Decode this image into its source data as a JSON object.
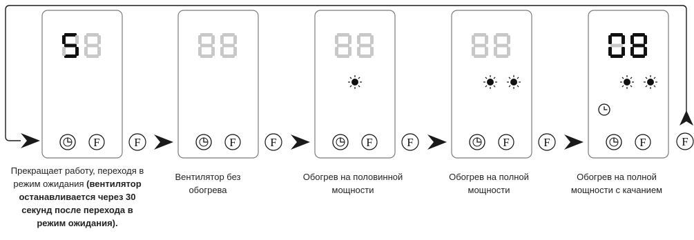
{
  "panels": [
    {
      "id": "standby",
      "display": {
        "left": "5",
        "right": "8",
        "left_lit": true,
        "right_lit": false
      },
      "heat_level": 0,
      "swing": false,
      "buttons": [
        "timer-icon",
        "F"
      ],
      "caption_text": "Прекращает работу, переходя в режим ожидания ",
      "caption_bold": "(вентилятор останавливается через 30 секунд после перехода в режим ожидания)."
    },
    {
      "id": "fan-no-heat",
      "display": {
        "left": "-",
        "right": "-",
        "left_lit": false,
        "right_lit": false
      },
      "heat_level": 0,
      "swing": false,
      "buttons": [
        "timer-icon",
        "F"
      ],
      "caption_text": "Вентилятор без обогрева",
      "caption_bold": ""
    },
    {
      "id": "half-heat",
      "display": {
        "left": "-",
        "right": "-",
        "left_lit": false,
        "right_lit": false
      },
      "heat_level": 1,
      "swing": false,
      "buttons": [
        "timer-icon",
        "F"
      ],
      "caption_text": "Обогрев на половинной мощности",
      "caption_bold": ""
    },
    {
      "id": "full-heat",
      "display": {
        "left": "-",
        "right": "-",
        "left_lit": false,
        "right_lit": false
      },
      "heat_level": 2,
      "swing": false,
      "buttons": [
        "timer-icon",
        "F"
      ],
      "caption_text": "Обогрев на полной мощности",
      "caption_bold": ""
    },
    {
      "id": "full-heat-swing",
      "display": {
        "left": "0",
        "right": "8",
        "left_lit": true,
        "right_lit": true
      },
      "heat_level": 2,
      "swing": true,
      "buttons": [
        "timer-icon",
        "F"
      ],
      "caption_text": "Обогрев на полной мощности с качанием",
      "caption_bold": ""
    }
  ],
  "transition_button": "F",
  "colors": {
    "stroke": "#7a7a7a",
    "ink": "#111111",
    "dim": "#c8c8c8",
    "arrow": "#1a1a1a"
  }
}
